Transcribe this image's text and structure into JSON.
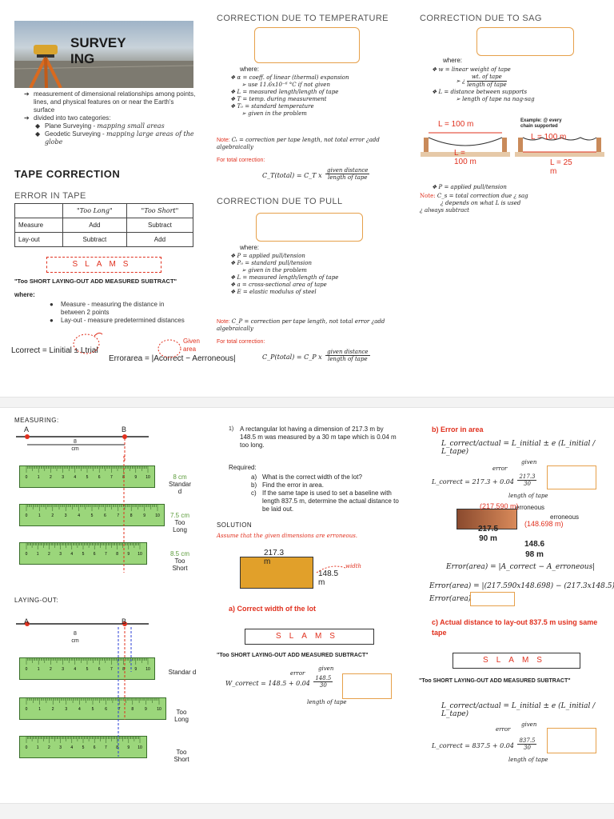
{
  "sheet1": {
    "banner_title_1": "SURVEY",
    "banner_title_2": "ING",
    "intro": [
      "measurement of dimensional relationships among points, lines, and physical features on or near the Earth's surface",
      "divided into two categories:"
    ],
    "categories": [
      {
        "name": "Plane Surveying - ",
        "desc": "mapping small areas"
      },
      {
        "name": "Geodetic Surveying - ",
        "desc": "mapping large areas of the globe"
      }
    ],
    "tape_correction": "TAPE CORRECTION",
    "error_in_tape": "ERROR IN TAPE",
    "table": {
      "headers": [
        "",
        "\"Too Long\"",
        "\"Too Short\""
      ],
      "rows": [
        [
          "Measure",
          "Add",
          "Subtract"
        ],
        [
          "Lay-out",
          "Subtract",
          "Add"
        ]
      ]
    },
    "slams": "SLAMS",
    "mnemonic": "\"Too SHORT LAYING-OUT ADD MEASURED SUBTRACT\"",
    "where": "where:",
    "defs": [
      "Measure - measuring the distance in between 2 points",
      "Lay-out - measure predetermined distances"
    ],
    "lcorrect": "Lcorrect = Linitial ± Ltrial",
    "error_area": "Errorarea = |Acorrect − Aerroneous|",
    "given_note": "Given area",
    "temp": {
      "title": "CORRECTION DUE TO TEMPERATURE",
      "where": "where:",
      "items": [
        "α = coeff. of linear (thermal) expansion",
        "use 11.6x10⁻⁶ °C if not given",
        "L = measured length/length of tape",
        "T = temp. during measurement",
        "T₀ = standard temperature",
        "given in the problem"
      ],
      "note_label": "Note: ",
      "note": "Cₜ = correction per tape length, not total error ¿add algebraically",
      "total_label": "For total correction:",
      "total_formula_lhs": "C_T(total) = C_T x",
      "total_num": "given distance",
      "total_den": "length of tape"
    },
    "pull": {
      "title": "CORRECTION DUE TO PULL",
      "where": "where:",
      "items": [
        "P = applied pull/tension",
        "P₀ = standard pull/tension",
        "given in the problem",
        "L = measured length/length of tape",
        "a = cross-sectional area of tape",
        "E = elastic modulus of steel"
      ],
      "note_label": "Note: ",
      "note": "C_P = correction per tape length, not total error ¿add algebraically",
      "total_label": "For total correction:",
      "total_formula_lhs": "C_P(total) = C_P x",
      "total_num": "given distance",
      "total_den": "length of tape"
    },
    "sag": {
      "title": "CORRECTION DUE TO SAG",
      "where": "where:",
      "items": [
        "w = linear weight of tape",
        "wt. of tape",
        "length of tape",
        "L = distance between supports",
        "length of tape na nag-sag"
      ],
      "example": "Example: @ every",
      "example2": "chain supported",
      "fig1_top": "L = 100 m",
      "fig1_bottom": "L = 100 m",
      "fig2_top": "L = 100 m",
      "fig2_bottom": "L = 25 m",
      "p_item": "P = applied pull/tension",
      "note_label": "Note: ",
      "note1": "C_s = total correction due ¿ sag",
      "note2": "¿ depends on what L is used",
      "note3": "¿ always subtract"
    }
  },
  "sheet2": {
    "measuring": "MEASURING:",
    "laying_out": "LAYING-OUT:",
    "point_a": "A",
    "point_b": "B",
    "dist_8": "8",
    "dist_cm": "cm",
    "rulers_measuring": [
      {
        "len": "8 cm",
        "label": "Standar d"
      },
      {
        "len": "7.5 cm",
        "label": "Too Long"
      },
      {
        "len": "8.5 cm",
        "label": "Too Short"
      }
    ],
    "rulers_layout": [
      {
        "label": "Standar d"
      },
      {
        "label": "Too Long"
      },
      {
        "label": "Too Short"
      }
    ],
    "ruler_ticks_a": [
      "0",
      "1",
      "2",
      "3",
      "4",
      "5",
      "6",
      "7",
      "8",
      "9",
      "10"
    ],
    "problem": "A rectangular lot having a dimension of 217.3 m by 148.5 m was measured by a 30 m tape which is 0.04 m too long.",
    "problem_num": "1)",
    "required": "Required:",
    "required_items": [
      "What is the correct width of the lot?",
      "Find the error in area.",
      "If the same tape is used to set a baseline with length 837.5 m, determine the actual distance to be laid out."
    ],
    "required_letters": [
      "a)",
      "b)",
      "c)"
    ],
    "solution": "SOLUTION",
    "assume": "Assume that the given dimensions are erroneous.",
    "rect_w": "217.3 m",
    "rect_h": "148.5 m",
    "width_label": "width",
    "part_a": "a)  Correct width of the lot",
    "slams": "SLAMS",
    "mnemonic": "\"Too SHORT LAYING-OUT ADD MEASURED SUBTRACT\"",
    "wcorrect": "W_correct = 148.5 + 0.04",
    "given": "given",
    "error": "error",
    "val148": "148.5",
    "val30": "30",
    "length_of_tape": "length of tape",
    "part_b": "b)  Error in area",
    "lcorrect_formula": "L_correct/actual = L_initial ± e (L_initial / L_tape)",
    "lcorrect_b": "L_correct = 217.3 + 0.04",
    "val217": "217.3",
    "rect2_w": "(217.590 m)",
    "rect2_h": "(148.698 m)",
    "rect2_err": "erroneous",
    "rect2_217": "217.5",
    "rect2_90": "90 m",
    "rect2_148": "148.6",
    "rect2_98": "98 m",
    "error_area_formula": "Error(area) = |A_correct − A_erroneous|",
    "error_area_calc": "Error(area) = |(217.590x148.698) − (217.3x148.5)",
    "error_area_blank": "Error(area) =",
    "part_c": "c)  Actual distance to lay-out 837.5 m using same tape",
    "lcorrect_c": "L_correct = 837.5 + 0.04",
    "val837": "837.5"
  },
  "colors": {
    "accent_red": "#e0301e",
    "ruler_green": "#9bd67b",
    "blank_border": "#e6a04a"
  }
}
